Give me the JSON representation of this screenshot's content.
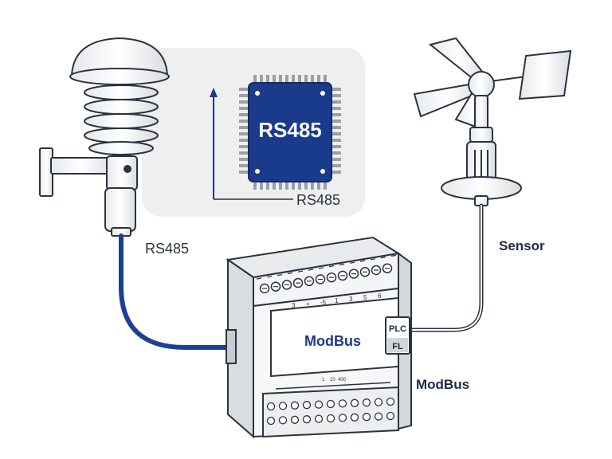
{
  "chip": {
    "label": "RS485"
  },
  "chip_caption": "RS485",
  "cable_label": "RS485",
  "sensor_label": "Sensor",
  "plc": {
    "front_label": "ModBus",
    "badge_top": "PLC",
    "badge_bottom": "FL",
    "terminal_marks": [
      "3",
      "+",
      "-5",
      "1",
      "3",
      "5",
      "6"
    ],
    "bottom_marks": [
      "1",
      "10",
      "400"
    ]
  },
  "modbus_label": "ModBus",
  "colors": {
    "navy": "#1a3a8c",
    "line": "#2b3340",
    "panel": "#f1f2f3",
    "cable": "#1e3f96"
  }
}
